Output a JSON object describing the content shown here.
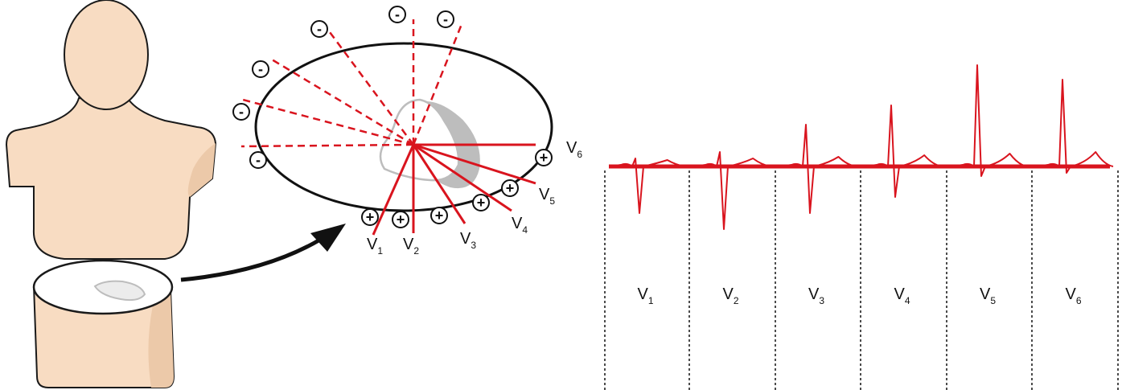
{
  "colors": {
    "skin": "#f8dcc2",
    "skin_shadow": "#ecc9a9",
    "outline": "#1a1a1a",
    "lead_red": "#d9141e",
    "heart_gray": "#bdbdbd"
  },
  "negative_sign": "-",
  "positive_sign": "+",
  "leads": [
    {
      "letter": "V",
      "index": "1"
    },
    {
      "letter": "V",
      "index": "2"
    },
    {
      "letter": "V",
      "index": "3"
    },
    {
      "letter": "V",
      "index": "4"
    },
    {
      "letter": "V",
      "index": "5"
    },
    {
      "letter": "V",
      "index": "6"
    }
  ]
}
